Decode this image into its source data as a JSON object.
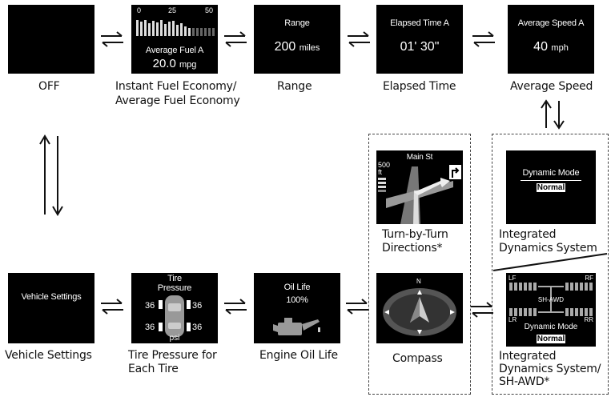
{
  "screens": {
    "off": {
      "caption": "OFF"
    },
    "fuel": {
      "scale": [
        "0",
        "25",
        "50"
      ],
      "title": "Average Fuel A",
      "value": "20.0",
      "unit": "mpg",
      "caption1": "Instant Fuel Economy/",
      "caption2": "Average Fuel Economy"
    },
    "range": {
      "title": "Range",
      "value": "200",
      "unit": "miles",
      "caption": "Range"
    },
    "elapsed": {
      "title": "Elapsed Time A",
      "value": "01' 30\"",
      "caption": "Elapsed Time"
    },
    "speed": {
      "title": "Average Speed A",
      "value": "40",
      "unit": "mph",
      "caption": "Average Speed"
    },
    "turn": {
      "street": "Main St",
      "dist": "500",
      "dist_unit": "ft",
      "caption1": "Turn-by-Turn",
      "caption2": "Directions*"
    },
    "ids": {
      "title": "Dynamic Mode",
      "mode": "Normal",
      "caption1": "Integrated",
      "caption2": "Dynamics System"
    },
    "vehicle": {
      "title": "Vehicle Settings",
      "caption": "Vehicle Settings"
    },
    "tire": {
      "title1": "Tire",
      "title2": "Pressure",
      "fl": "36",
      "fr": "36",
      "rl": "36",
      "rr": "36",
      "unit": "psi",
      "caption1": "Tire Pressure for",
      "caption2": "Each Tire"
    },
    "oil": {
      "title": "Oil Life",
      "value": "100%",
      "caption": "Engine Oil Life"
    },
    "compass": {
      "north": "N",
      "caption": "Compass"
    },
    "awd": {
      "lf": "LF",
      "rf": "RF",
      "lr": "LR",
      "rr": "RR",
      "center": "SH-AWD",
      "title": "Dynamic Mode",
      "mode": "Normal",
      "caption1": "Integrated",
      "caption2": "Dynamics System/",
      "caption3": "SH-AWD*"
    }
  },
  "colors": {
    "screen_bg": "#000000",
    "page_bg": "#ffffff"
  }
}
